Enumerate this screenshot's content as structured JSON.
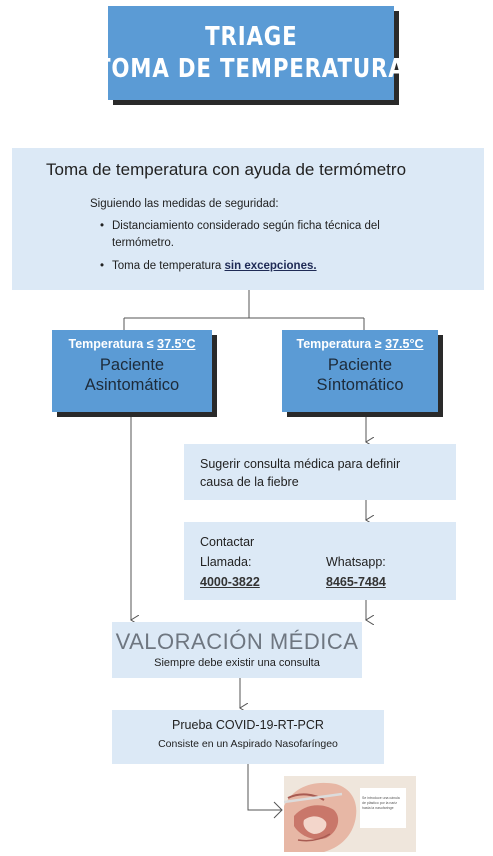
{
  "title": {
    "line1": "TRIAGE",
    "line2": "TOMA DE TEMPERATURA"
  },
  "intro": {
    "heading": "Toma de temperatura con ayuda de termómetro",
    "lead": "Siguiendo las medidas de seguridad:",
    "bullet1": "Distanciamiento considerado según ficha técnica del termómetro.",
    "bullet2_prefix": "Toma de temperatura",
    "bullet2_emph": "sin excepciones."
  },
  "left_branch": {
    "label_prefix": "Temperatura ≤",
    "label_value": "37.5°C",
    "title_line1": "Paciente",
    "title_line2": "Asintomático"
  },
  "right_branch": {
    "label_prefix": "Temperatura ≥",
    "label_value": "37.5°C",
    "title_line1": "Paciente",
    "title_line2": "Síntomático"
  },
  "suggest": {
    "line1": "Sugerir consulta médica para definir",
    "line2": "causa de la fiebre"
  },
  "contact": {
    "title": "Contactar",
    "call_label": "Llamada:",
    "call_number": "4000-3822",
    "whatsapp_label": "Whatsapp:",
    "whatsapp_number": "8465-7484"
  },
  "valoracion": {
    "title": "VALORACIÓN MÉDICA",
    "subtitle": "Siempre debe existir una consulta"
  },
  "pcr": {
    "title": "Prueba COVID-19-RT-PCR",
    "subtitle": "Consiste en un Aspirado Nasofaríngeo"
  },
  "photo_caption": "Se introduce una cánula de plástico por la nariz hasta la nasofaringe",
  "colors": {
    "accent_blue": "#5b9bd5",
    "light_blue": "#dce9f6",
    "shadow": "#2a2a2a"
  }
}
